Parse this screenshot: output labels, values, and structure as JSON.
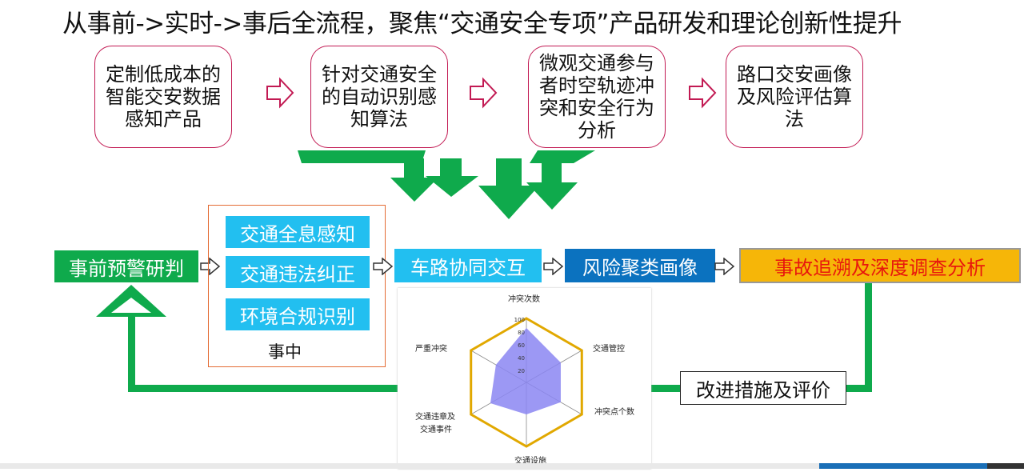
{
  "title": "从事前->实时->事后全流程，聚焦“交通安全专项”产品研发和理论创新性提升",
  "top_boxes": [
    "定制低成本的智能交安数据感知产品",
    "针对交通安全的自动识别感知算法",
    "微观交通参与者时空轨迹冲突和安全行为分析",
    "路口交安画像及风险评估算法"
  ],
  "flow": {
    "pre_warning": "事前预警研判",
    "in_process_items": [
      "交通全息感知",
      "交通违法纠正",
      "环境合规识别"
    ],
    "in_process_label": "事中",
    "vehicle_road": "车路协同交互",
    "risk_cluster": "风险聚类画像",
    "accident_analysis": "事故追溯及深度调查分析",
    "improvement": "改进措施及评价"
  },
  "radar": {
    "axes": [
      "冲突次数",
      "交通管控",
      "冲突点个数",
      "交通设施",
      "交通违章及交通事件",
      "严重冲突"
    ],
    "axis_line1": "交通违章及",
    "axis_line2": "交通事件",
    "ticks": [
      "20",
      "40",
      "60",
      "80",
      "100"
    ],
    "values": [
      85,
      62,
      62,
      50,
      65,
      55
    ]
  },
  "colors": {
    "green": "#0faa4c",
    "cyan": "#22bff0",
    "blue": "#0b72bf",
    "orange": "#f6b608",
    "red_text": "#e8170d",
    "pink_border": "#c21a53",
    "radar_fill": "#8b86f2",
    "radar_outline": "#e1a800"
  }
}
